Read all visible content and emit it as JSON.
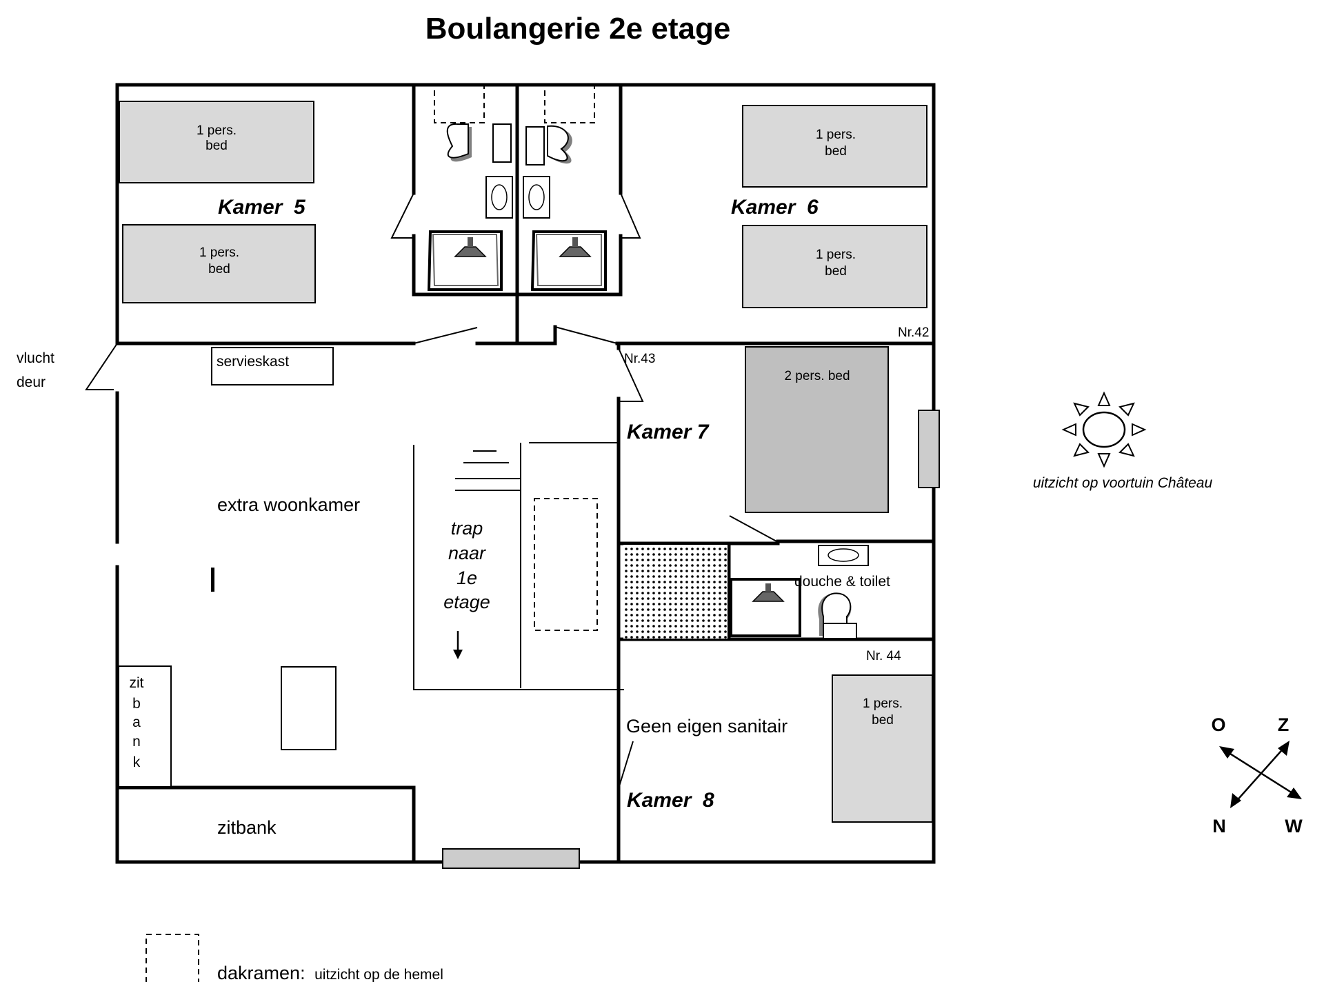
{
  "title": "Boulangerie 2e etage",
  "rooms": {
    "kamer5": "Kamer  5",
    "kamer6": "Kamer  6",
    "kamer7": "Kamer 7",
    "kamer8": "Kamer  8"
  },
  "beds": {
    "k5_top": [
      "1 pers.",
      "bed"
    ],
    "k5_bottom": [
      "1 pers.",
      "bed"
    ],
    "k6_top": [
      "1 pers.",
      "bed"
    ],
    "k6_bottom": [
      "1 pers.",
      "bed"
    ],
    "k7": "2 pers. bed",
    "k8": [
      "1 pers.",
      "bed"
    ]
  },
  "labels": {
    "vlucht": "vlucht",
    "deur": "deur",
    "servieskast": "servieskast",
    "extra_woonkamer": "extra woonkamer",
    "trap": [
      "trap",
      "naar",
      "1e",
      "etage"
    ],
    "douche_toilet": "douche & toilet",
    "geen_sanitair": "Geen eigen sanitair",
    "zitbank": "zitbank",
    "zitbank_vertical": [
      "zit",
      "b",
      "a",
      "n",
      "k"
    ],
    "nr42": "Nr.42",
    "nr43": "Nr.43",
    "nr44": "Nr. 44",
    "uitzicht": "uitzicht op voortuin Château"
  },
  "compass": {
    "o": "O",
    "z": "Z",
    "n": "N",
    "w": "W"
  },
  "legend": {
    "dakramen": "dakramen:",
    "hemel": "uitzicht op de hemel"
  }
}
